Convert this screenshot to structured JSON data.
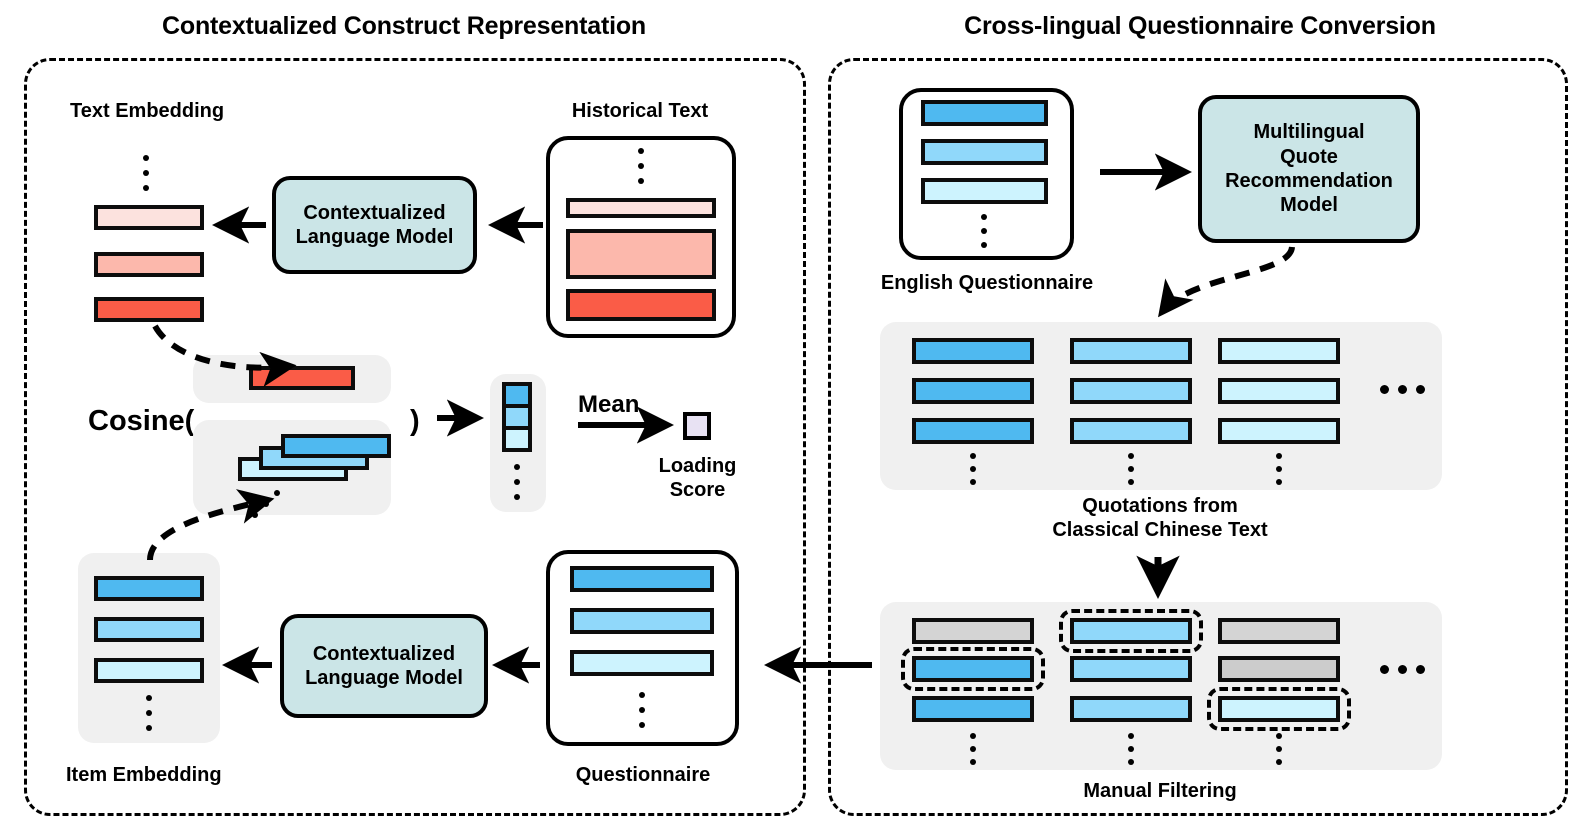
{
  "panels": {
    "left": {
      "title": "Contextualized Construct Representation"
    },
    "right": {
      "title": "Cross-lingual Questionnaire Conversion"
    }
  },
  "left_panel": {
    "labels": {
      "text_embedding": "Text Embedding",
      "historical_text": "Historical Text",
      "item_embedding": "Item Embedding",
      "questionnaire": "Questionnaire",
      "loading_score": "Loading\nScore",
      "loading_score_line1": "Loading",
      "loading_score_line2": "Score",
      "mean": "Mean",
      "cosine_open": "Cosine(",
      "cosine_close": ")"
    },
    "model_box_top": "Contextualized\nLanguage Model",
    "model_box_top_line1": "Contextualized",
    "model_box_top_line2": "Language Model",
    "model_box_bottom_line1": "Contextualized",
    "model_box_bottom_line2": "Language Model",
    "text_embedding_bars": [
      "#fce2de",
      "#fcb8ac",
      "#fa5c47"
    ],
    "historical_text_bars": [
      "#fce2de",
      "#fcb8ac",
      "#fa5c47"
    ],
    "item_embedding_bars": [
      "#4fb9f0",
      "#90d8fa",
      "#cdf3fe"
    ],
    "questionnaire_bars": [
      "#4fb9f0",
      "#90d8fa",
      "#cdf3fe"
    ],
    "cosine_left_bar": "#fa5c47",
    "cosine_right_bars": [
      "#4fb9f0",
      "#90d8fa",
      "#cdf3fe"
    ],
    "similarity_vector": [
      "#4fb9f0",
      "#90d8fa",
      "#cdf3fe"
    ],
    "loading_score_color": "#e8e2f3"
  },
  "right_panel": {
    "labels": {
      "english_questionnaire": "English Questionnaire",
      "quotations_line1": "Quotations from",
      "quotations_line2": "Classical Chinese Text",
      "manual_filtering": "Manual Filtering",
      "ellipsis": "• • •"
    },
    "model_box_lines": [
      "Multilingual",
      "Quote",
      "Recommendation",
      "Model"
    ],
    "english_questionnaire_bars": [
      "#4fb9f0",
      "#90d8fa",
      "#cdf3fe"
    ],
    "quotations_grid": {
      "columns": [
        {
          "color": "#4fb9f0",
          "rows": 3
        },
        {
          "color": "#90d8fa",
          "rows": 3
        },
        {
          "color": "#cdf3fe",
          "rows": 3
        }
      ]
    },
    "filtering_grid": {
      "columns": [
        {
          "cells": [
            {
              "color": "#d4d4d4",
              "selected": false
            },
            {
              "color": "#4fb9f0",
              "selected": true
            },
            {
              "color": "#4fb9f0",
              "selected": false
            }
          ]
        },
        {
          "cells": [
            {
              "color": "#90d8fa",
              "selected": true
            },
            {
              "color": "#90d8fa",
              "selected": false
            },
            {
              "color": "#90d8fa",
              "selected": false
            }
          ]
        },
        {
          "cells": [
            {
              "color": "#d4d4d4",
              "selected": false
            },
            {
              "color": "#cccccc",
              "selected": false
            },
            {
              "color": "#cdf3fe",
              "selected": true
            }
          ]
        }
      ]
    }
  },
  "colors": {
    "stroke": "#0d0d0d",
    "panel_bg": "#f0f0f0",
    "model_fill": "#cbe5e7",
    "blue_dark": "#4fb9f0",
    "blue_mid": "#90d8fa",
    "blue_light": "#cdf3fe",
    "red_dark": "#fa5c47",
    "red_mid": "#fcb8ac",
    "red_light": "#fce2de",
    "gray_bar": "#d4d4d4",
    "lavender": "#e8e2f3"
  }
}
